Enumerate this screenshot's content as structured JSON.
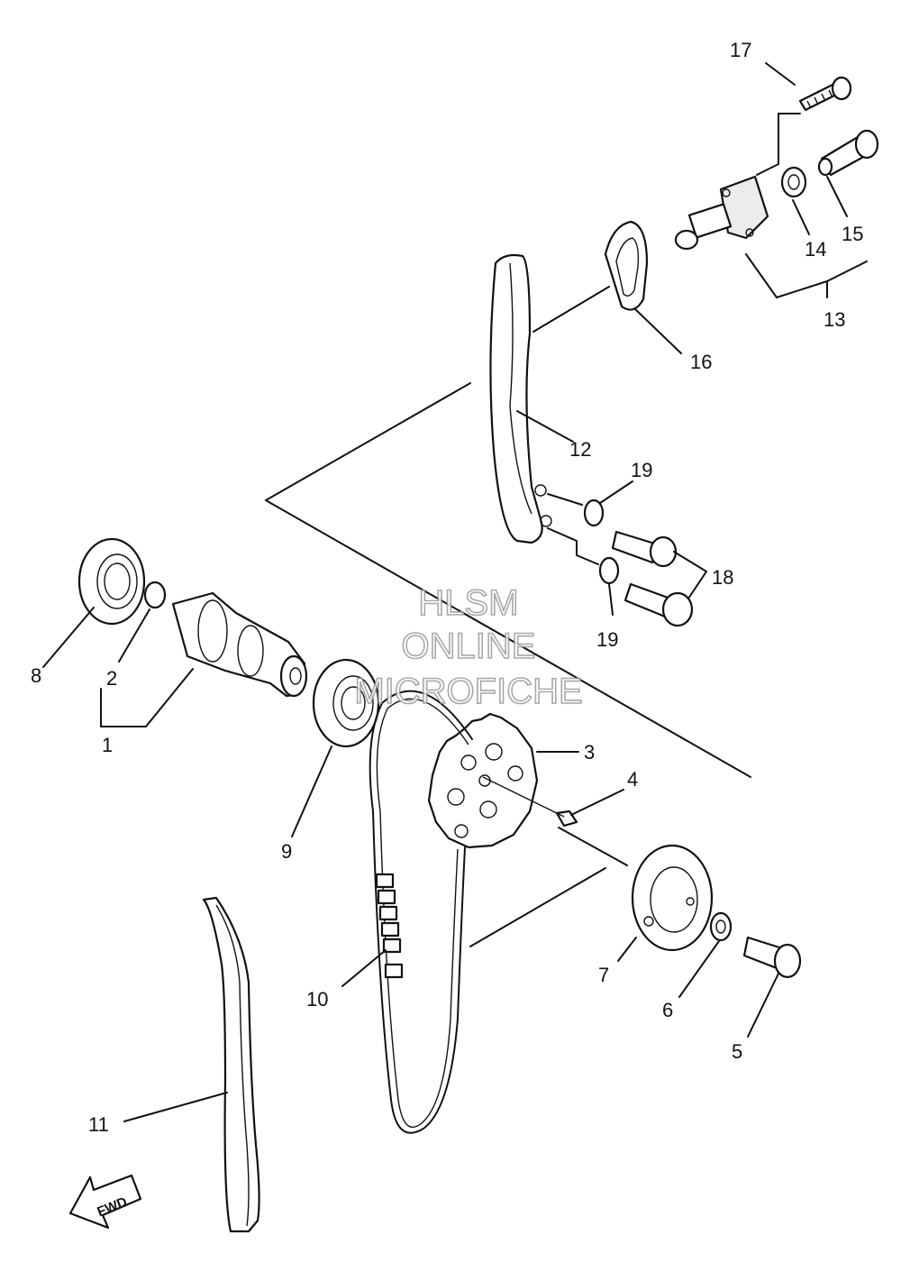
{
  "diagram": {
    "callouts": [
      "1",
      "2",
      "3",
      "4",
      "5",
      "6",
      "7",
      "8",
      "9",
      "10",
      "11",
      "12",
      "13",
      "14",
      "15",
      "16",
      "17",
      "18",
      "19",
      "19"
    ],
    "watermark": [
      "HLSM",
      "ONLINE",
      "MICROFICHE"
    ],
    "direction_label": "FWD"
  }
}
